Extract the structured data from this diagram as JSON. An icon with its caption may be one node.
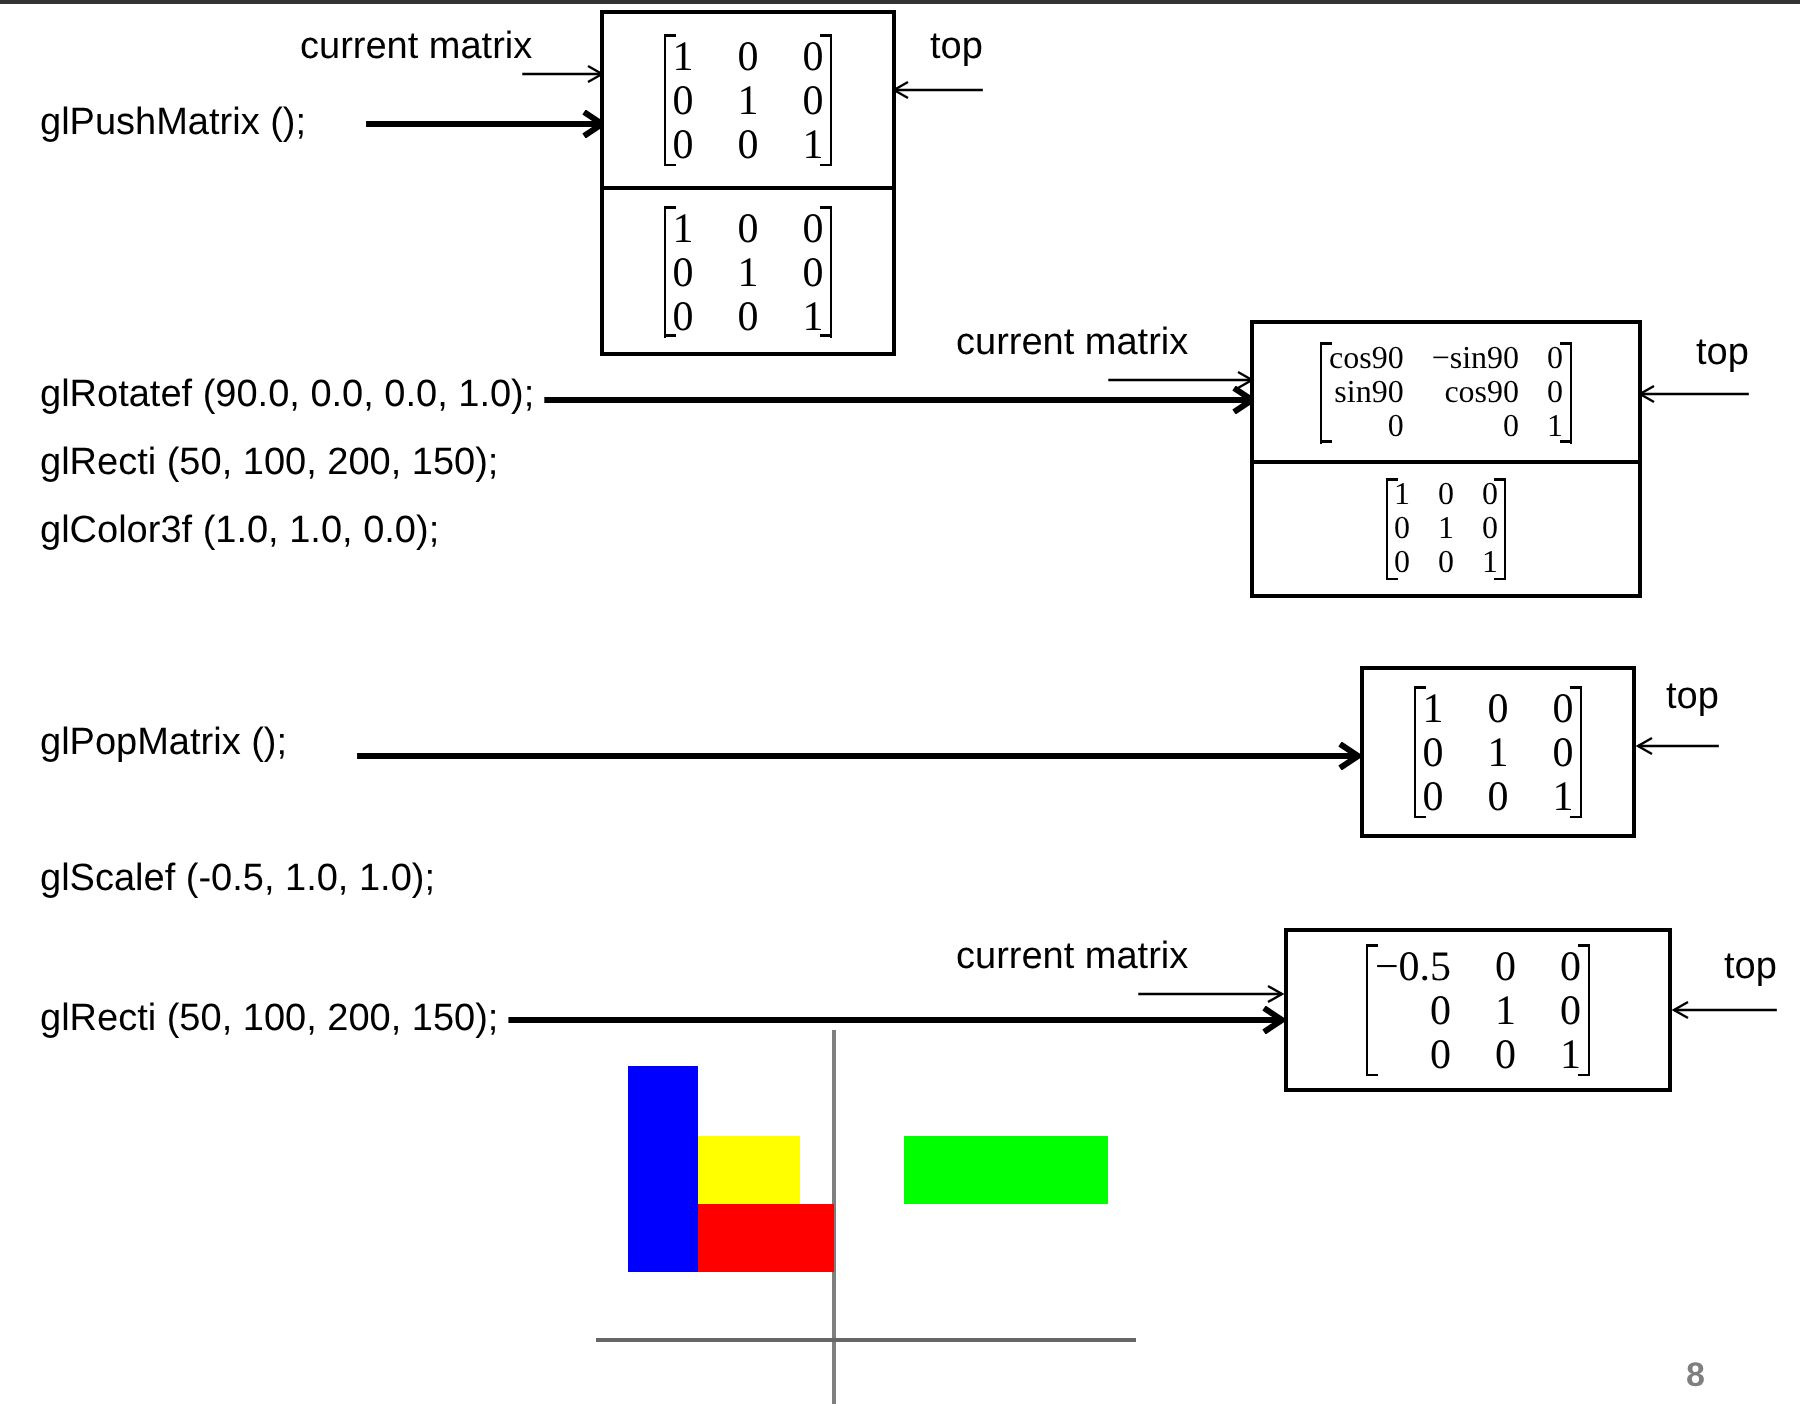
{
  "diagram": {
    "nodes": [
      {
        "text": [
          "current matrix"
        ]
      },
      {
        "text": [],
        "shape": "box"
      },
      {
        "text": [
          "1 0 0 0 1 0 0 0 1"
        ],
        "in": 1
      },
      {
        "text": [
          "1 0 0 0 1 0 0 0 1"
        ],
        "in": 1
      },
      {
        "text": [
          "top"
        ]
      },
      {
        "text": [
          "glPushMatrix ();"
        ]
      },
      {
        "text": [
          "current matrix"
        ]
      },
      {
        "text": [],
        "shape": "box"
      },
      {
        "text": [
          "cos90 −sin90 0 sin90 cos90 0 0 0 1"
        ],
        "in": 7
      },
      {
        "text": [
          "1 0 0 0 1 0 0 0 1"
        ],
        "in": 7
      },
      {
        "text": [
          "top"
        ]
      },
      {
        "text": [
          "glRotatef (90.0, 0.0, 0.0, 1.0);"
        ]
      },
      {
        "text": [
          "glPopMatrix ();"
        ]
      },
      {
        "text": [
          "1 0 0 0 1 0 0 0 1"
        ]
      },
      {
        "text": [
          "top"
        ]
      },
      {
        "text": [
          "current matrix"
        ]
      },
      {
        "text": [
          "−0.5 0 0 0 1 0 0 0 1"
        ]
      },
      {
        "text": [
          "top"
        ]
      },
      {
        "text": [
          "glRecti (50, 100, 200, 150);"
        ]
      }
    ],
    "edges": [
      {
        "from": 0,
        "to": 2,
        "arrow": "to"
      },
      {
        "from": 4,
        "to": 2,
        "arrow": "to"
      },
      {
        "from": 5,
        "to": 2,
        "arrow": "to",
        "style": "thick"
      },
      {
        "from": 6,
        "to": 8,
        "arrow": "to"
      },
      {
        "from": 10,
        "to": 8,
        "arrow": "to"
      },
      {
        "from": 11,
        "to": 8,
        "arrow": "to",
        "style": "thick"
      },
      {
        "from": 12,
        "to": 13,
        "arrow": "to",
        "style": "thick"
      },
      {
        "from": 14,
        "to": 13,
        "arrow": "to"
      },
      {
        "from": 15,
        "to": 16,
        "arrow": "to"
      },
      {
        "from": 17,
        "to": 16,
        "arrow": "to"
      },
      {
        "from": 18,
        "to": 16,
        "arrow": "to",
        "style": "thick"
      }
    ],
    "labels": [
      "glRecti (50, 100, 200, 150);",
      "glColor3f (1.0, 1.0, 0.0);",
      "glScalef (-0.5, 1.0, 1.0);",
      "8"
    ]
  }
}
